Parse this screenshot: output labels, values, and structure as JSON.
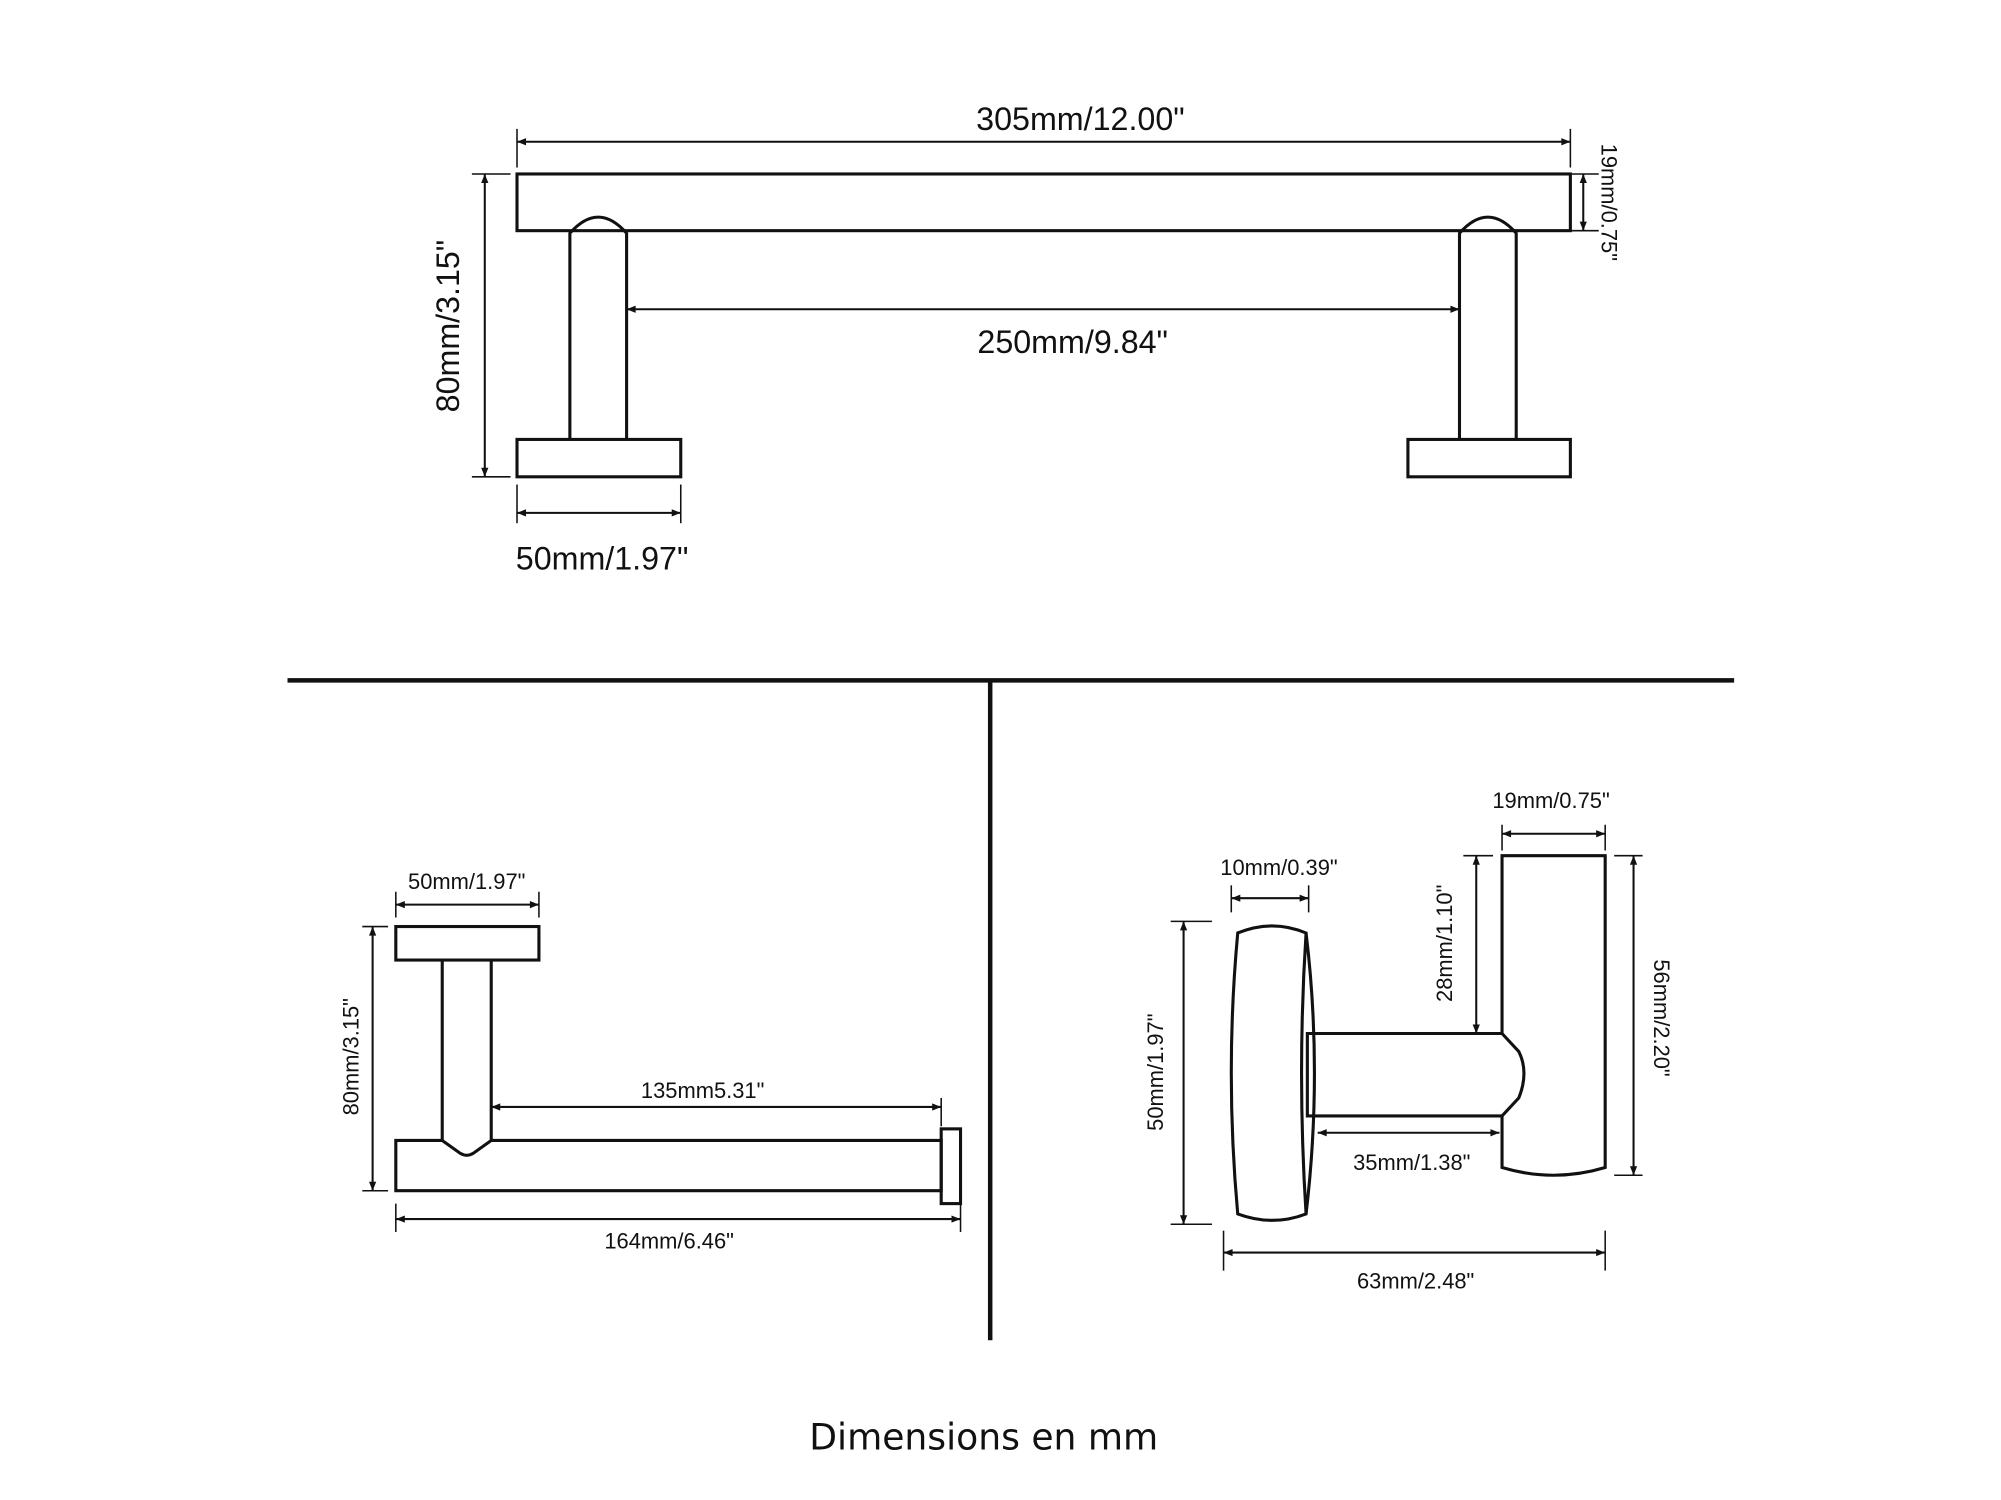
{
  "towel_bar": {
    "overall_length": "305mm/12.00\"",
    "bar_thickness": "19mm/0.75\"",
    "height": "80mm/3.15\"",
    "inner_span": "250mm/9.84\"",
    "base_width": "50mm/1.97\""
  },
  "paper_holder": {
    "base_width": "50mm/1.97\"",
    "height": "80mm/3.15\"",
    "arm_length": "135mm5.31\"",
    "overall_length": "164mm/6.46\""
  },
  "robe_hook": {
    "plate_thickness": "10mm/0.39\"",
    "post_width": "19mm/0.75\"",
    "arm_offset": "28mm/1.10\"",
    "post_height": "56mm/2.20\"",
    "plate_height": "50mm/1.97\"",
    "arm_length": "35mm/1.38\"",
    "overall_depth": "63mm/2.48\""
  },
  "caption": "Dimensions en mm"
}
